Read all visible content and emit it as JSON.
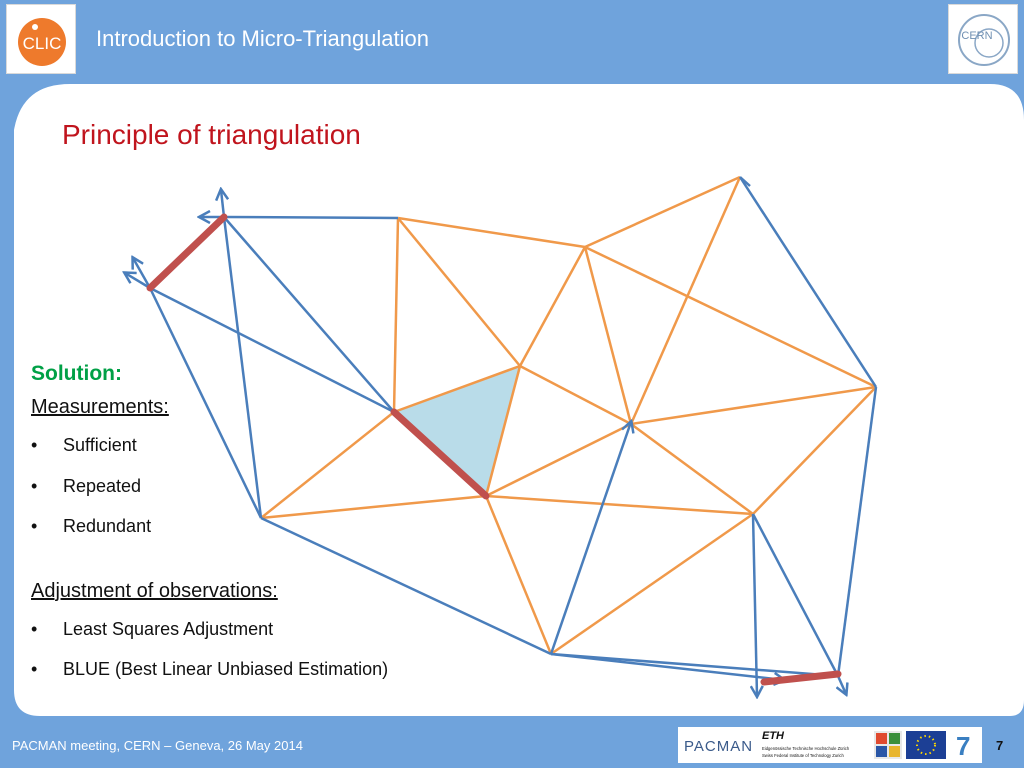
{
  "header": {
    "title": "Introduction to Micro-Triangulation",
    "left_logo_text": "CLIC",
    "right_logo_text": "CERN"
  },
  "slide": {
    "title": "Principle of triangulation",
    "solution_heading": "Solution:",
    "measurements_heading": "Measurements:",
    "measurement_bullets": [
      "Sufficient",
      "Repeated",
      "Redundant"
    ],
    "adjustment_heading": "Adjustment of observations:",
    "adjustment_bullets": [
      "Least Squares Adjustment",
      "BLUE (Best Linear Unbiased Estimation)"
    ]
  },
  "footer": {
    "text": "PACMAN meeting, CERN – Geneva, 26 May 2014",
    "page_number": "7",
    "pacman_logo_text": "PACMAN",
    "eth_logo_text": "ETH",
    "eth_caption_line1": "Eidgenössische Technische Hochschule Zürich",
    "eth_caption_line2": "Swiss Federal Institute of Technology Zurich",
    "fp7_logo_text": "7"
  },
  "colors": {
    "header_blue": "#6fa3dc",
    "title_red": "#c0141d",
    "solution_green": "#00a046",
    "blue_edge": "#4a7ebb",
    "orange_edge": "#f0994a",
    "red_baseline": "#c0504d",
    "triangle_fill": "#b9dce9"
  }
}
